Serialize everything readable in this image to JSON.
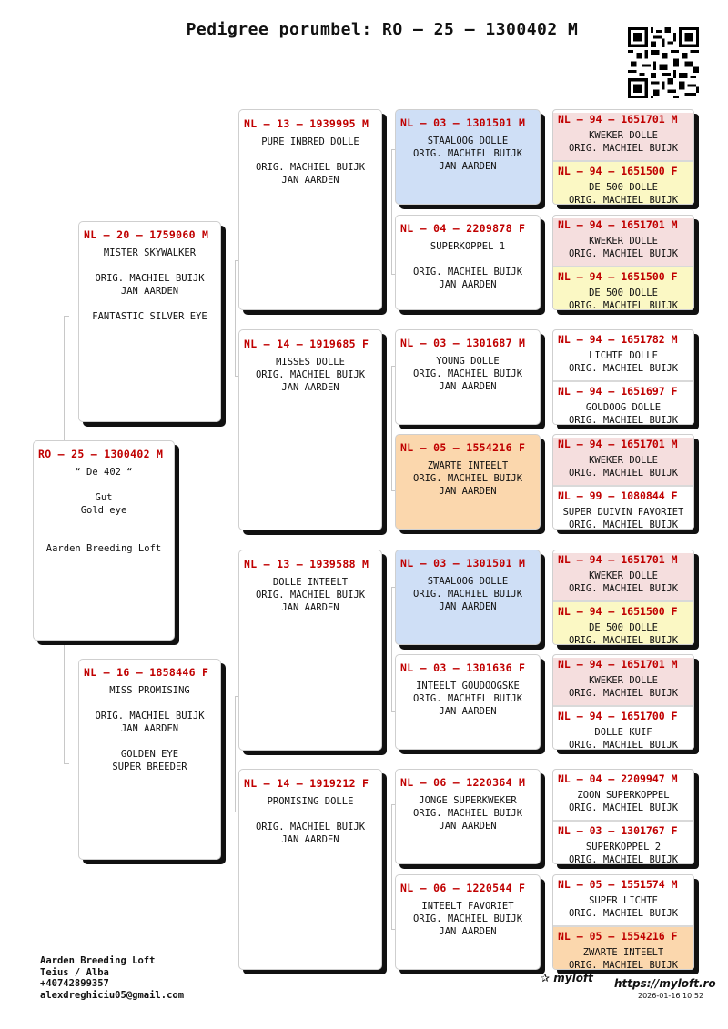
{
  "title": "Pedigree porumbel: RO – 25 – 1300402 M",
  "subject": {
    "id": "RO – 25 – 1300402 M",
    "lines": [
      "“ De 402 “",
      "",
      "Gut",
      "Gold eye",
      "",
      "",
      "Aarden Breeding Loft"
    ]
  },
  "parents": [
    {
      "id": "NL – 20 – 1759060 M",
      "lines": [
        "MISTER SKYWALKER",
        "",
        "ORIG. MACHIEL BUIJK",
        "JAN AARDEN",
        "",
        "FANTASTIC SILVER EYE"
      ]
    },
    {
      "id": "NL – 16 – 1858446 F",
      "lines": [
        "MISS PROMISING",
        "",
        "ORIG. MACHIEL BUIJK",
        "JAN AARDEN",
        "",
        "GOLDEN EYE",
        "SUPER BREEDER"
      ]
    }
  ],
  "grandparents": [
    {
      "id": "NL – 13 – 1939995 M",
      "lines": [
        "PURE INBRED DOLLE",
        "",
        "ORIG. MACHIEL BUIJK",
        "JAN AARDEN"
      ]
    },
    {
      "id": "NL – 14 – 1919685 F",
      "lines": [
        "MISSES DOLLE",
        "ORIG. MACHIEL BUIJK",
        "JAN AARDEN"
      ]
    },
    {
      "id": "NL – 13 – 1939588 M",
      "lines": [
        "DOLLE INTEELT",
        "ORIG. MACHIEL BUIJK",
        "JAN AARDEN"
      ]
    },
    {
      "id": "NL – 14 – 1919212 F",
      "lines": [
        "PROMISING DOLLE",
        "",
        "ORIG. MACHIEL BUIJK",
        "JAN AARDEN"
      ]
    }
  ],
  "great_grandparents": [
    {
      "id": "NL – 03 – 1301501 M",
      "color": "#cfdff6",
      "lines": [
        "STAALOOG DOLLE",
        "ORIG. MACHIEL BUIJK",
        "JAN AARDEN"
      ]
    },
    {
      "id": "NL – 04 – 2209878 F",
      "color": "#ffffff",
      "lines": [
        "SUPERKOPPEL 1",
        "",
        "ORIG. MACHIEL BUIJK",
        "JAN AARDEN"
      ]
    },
    {
      "id": "NL – 03 – 1301687 M",
      "color": "#ffffff",
      "lines": [
        "YOUNG DOLLE",
        "ORIG. MACHIEL BUIJK",
        "JAN AARDEN"
      ]
    },
    {
      "id": "NL – 05 – 1554216 F",
      "color": "#fbd7ad",
      "lines": [
        "ZWARTE INTEELT",
        "ORIG. MACHIEL BUIJK",
        "JAN AARDEN"
      ]
    },
    {
      "id": "NL – 03 – 1301501 M",
      "color": "#cfdff6",
      "lines": [
        "STAALOOG DOLLE",
        "ORIG. MACHIEL BUIJK",
        "JAN AARDEN"
      ]
    },
    {
      "id": "NL – 03 – 1301636 F",
      "color": "#ffffff",
      "lines": [
        "INTEELT GOUDOOGSKE",
        "ORIG. MACHIEL BUIJK",
        "JAN AARDEN"
      ]
    },
    {
      "id": "NL – 06 – 1220364 M",
      "color": "#ffffff",
      "lines": [
        "JONGE SUPERKWEKER",
        "ORIG. MACHIEL BUIJK",
        "JAN AARDEN"
      ]
    },
    {
      "id": "NL – 06 – 1220544 F",
      "color": "#ffffff",
      "lines": [
        "INTEELT FAVORIET",
        "ORIG. MACHIEL BUIJK",
        "JAN AARDEN"
      ]
    }
  ],
  "gggp": [
    {
      "id": "NL – 94 – 1651701 M",
      "color": "#f5dede",
      "lines": [
        "KWEKER DOLLE",
        "ORIG. MACHIEL BUIJK"
      ]
    },
    {
      "id": "NL – 94 – 1651500 F",
      "color": "#fbf8c4",
      "lines": [
        "DE 500 DOLLE",
        "ORIG. MACHIEL BUIJK"
      ]
    },
    {
      "id": "NL – 94 – 1651701 M",
      "color": "#f5dede",
      "lines": [
        "KWEKER DOLLE",
        "ORIG. MACHIEL BUIJK"
      ]
    },
    {
      "id": "NL – 94 – 1651500 F",
      "color": "#fbf8c4",
      "lines": [
        "DE 500 DOLLE",
        "ORIG. MACHIEL BUIJK"
      ]
    },
    {
      "id": "NL – 94 – 1651782 M",
      "color": "#ffffff",
      "lines": [
        "LICHTE DOLLE",
        "ORIG. MACHIEL BUIJK"
      ]
    },
    {
      "id": "NL – 94 – 1651697 F",
      "color": "#ffffff",
      "lines": [
        "GOUDOOG DOLLE",
        "ORIG. MACHIEL BUIJK"
      ]
    },
    {
      "id": "NL – 94 – 1651701 M",
      "color": "#f5dede",
      "lines": [
        "KWEKER DOLLE",
        "ORIG. MACHIEL BUIJK"
      ]
    },
    {
      "id": "NL – 99 – 1080844 F",
      "color": "#ffffff",
      "lines": [
        "SUPER DUIVIN FAVORIET",
        "ORIG. MACHIEL BUIJK"
      ]
    },
    {
      "id": "NL – 94 – 1651701 M",
      "color": "#f5dede",
      "lines": [
        "KWEKER DOLLE",
        "ORIG. MACHIEL BUIJK"
      ]
    },
    {
      "id": "NL – 94 – 1651500 F",
      "color": "#fbf8c4",
      "lines": [
        "DE 500 DOLLE",
        "ORIG. MACHIEL BUIJK"
      ]
    },
    {
      "id": "NL – 94 – 1651701 M",
      "color": "#f5dede",
      "lines": [
        "KWEKER DOLLE",
        "ORIG. MACHIEL BUIJK"
      ]
    },
    {
      "id": "NL – 94 – 1651700 F",
      "color": "#ffffff",
      "lines": [
        "DOLLE KUIF",
        "ORIG. MACHIEL BUIJK"
      ]
    },
    {
      "id": "NL – 04 – 2209947 M",
      "color": "#ffffff",
      "lines": [
        "ZOON SUPERKOPPEL",
        "ORIG. MACHIEL BUIJK"
      ]
    },
    {
      "id": "NL – 03 – 1301767 F",
      "color": "#ffffff",
      "lines": [
        "SUPERKOPPEL 2",
        "ORIG. MACHIEL BUIJK"
      ]
    },
    {
      "id": "NL – 05 – 1551574 M",
      "color": "#ffffff",
      "lines": [
        "SUPER LICHTE",
        "ORIG. MACHIEL BUIJK"
      ]
    },
    {
      "id": "NL – 05 – 1554216 F",
      "color": "#fbd7ad",
      "lines": [
        "ZWARTE INTEELT",
        "ORIG. MACHIEL BUIJK"
      ]
    }
  ],
  "footer": {
    "lines": [
      "Aarden Breeding Loft",
      "Teius / Alba",
      "+40742899357",
      "alexdreghiciu05@gmail.com"
    ],
    "logo": "myloft",
    "url": "https://myloft.ro",
    "timestamp": "2026-01-16 10:52"
  }
}
